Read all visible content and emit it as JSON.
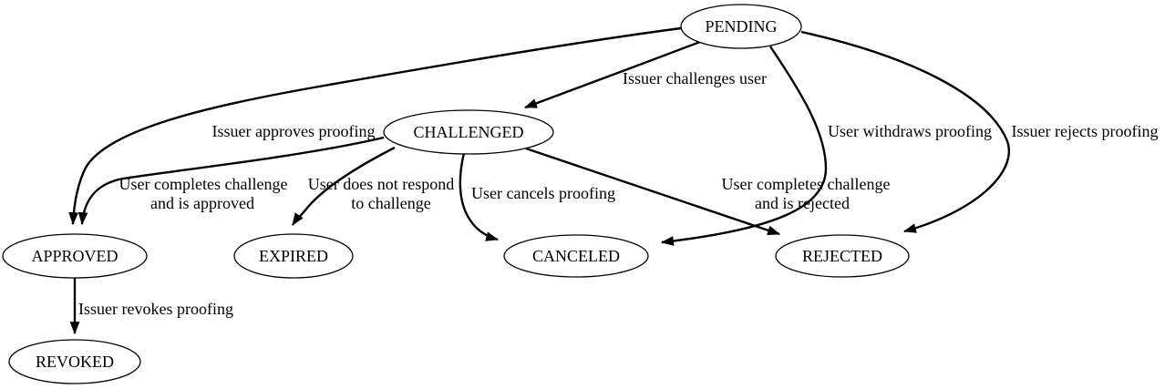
{
  "diagram": {
    "kind": "state-transition-graph",
    "colors": {
      "background": "#ffffff",
      "node_fill": "#ffffff",
      "stroke": "#000000",
      "text": "#000000"
    },
    "nodes": [
      {
        "id": "pending",
        "label": "PENDING"
      },
      {
        "id": "challenged",
        "label": "CHALLENGED"
      },
      {
        "id": "approved",
        "label": "APPROVED"
      },
      {
        "id": "expired",
        "label": "EXPIRED"
      },
      {
        "id": "canceled",
        "label": "CANCELED"
      },
      {
        "id": "rejected",
        "label": "REJECTED"
      },
      {
        "id": "revoked",
        "label": "REVOKED"
      }
    ],
    "edges": [
      {
        "from": "PENDING",
        "to": "CHALLENGED",
        "label": "Issuer challenges user"
      },
      {
        "from": "PENDING",
        "to": "APPROVED",
        "label": "Issuer approves proofing"
      },
      {
        "from": "PENDING",
        "to": "CANCELED",
        "label": "User withdraws proofing"
      },
      {
        "from": "PENDING",
        "to": "REJECTED",
        "label": "Issuer rejects proofing"
      },
      {
        "from": "CHALLENGED",
        "to": "APPROVED",
        "label": "User completes challenge and is approved",
        "label_lines": [
          "User completes challenge",
          "and is approved"
        ]
      },
      {
        "from": "CHALLENGED",
        "to": "EXPIRED",
        "label": "User does not respond to challenge",
        "label_lines": [
          "User does not respond",
          "to challenge"
        ]
      },
      {
        "from": "CHALLENGED",
        "to": "CANCELED",
        "label": "User cancels proofing"
      },
      {
        "from": "CHALLENGED",
        "to": "REJECTED",
        "label": "User completes challenge and is rejected",
        "label_lines": [
          "User completes challenge",
          "and is rejected"
        ]
      },
      {
        "from": "APPROVED",
        "to": "REVOKED",
        "label": "Issuer revokes proofing"
      }
    ]
  }
}
